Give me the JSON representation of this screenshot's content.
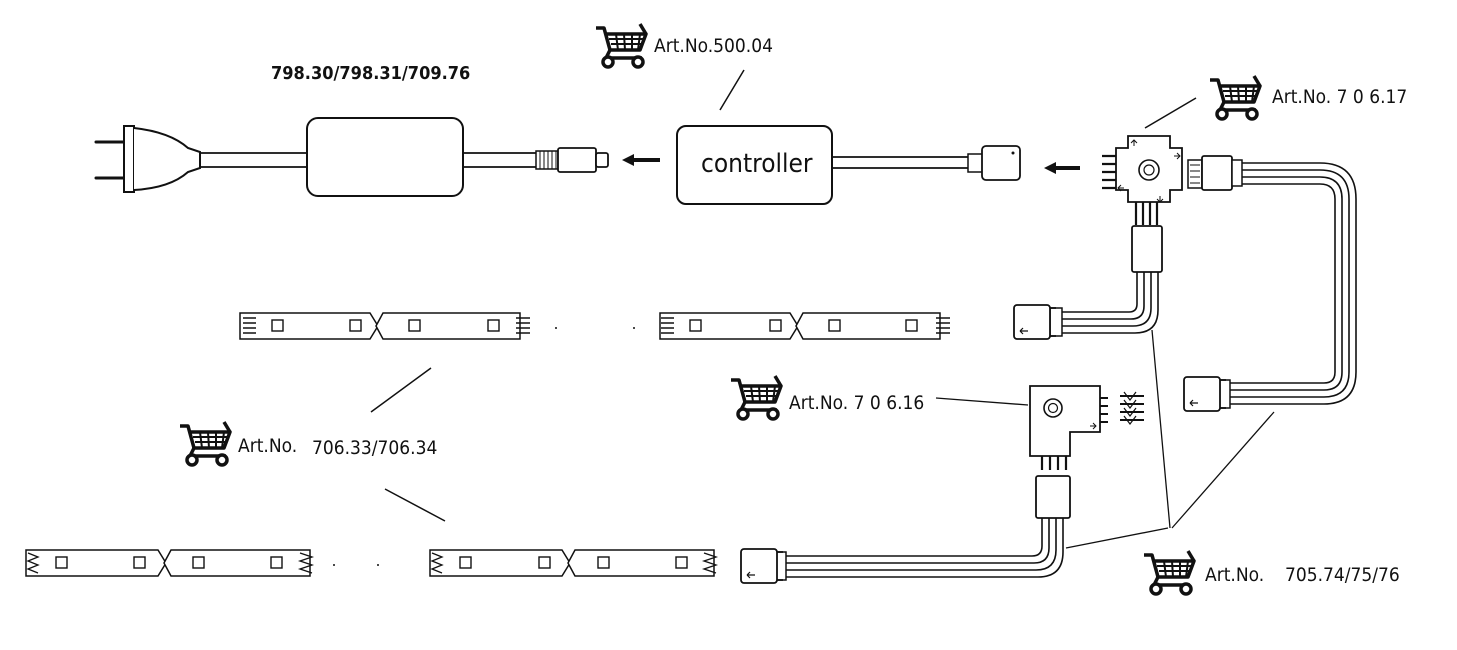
{
  "psu": {
    "article_numbers": "798.30/798.31/709.76"
  },
  "controller": {
    "label": "controller",
    "article": "Art.No.500.04"
  },
  "cross_connector": {
    "article": "Art.No.  7 0 6.17"
  },
  "corner_connector": {
    "article": "Art.No.  7 0 6.16"
  },
  "strips": {
    "article_prefix": "Art.No.",
    "article_numbers": "706.33/706.34"
  },
  "cables": {
    "article_prefix": "Art.No.",
    "article_numbers": "705.74/75/76"
  },
  "icons": [
    "cart-icon",
    "plug-icon",
    "arrow-left-icon"
  ],
  "colors": {
    "ink": "#111111",
    "background": "#ffffff"
  }
}
